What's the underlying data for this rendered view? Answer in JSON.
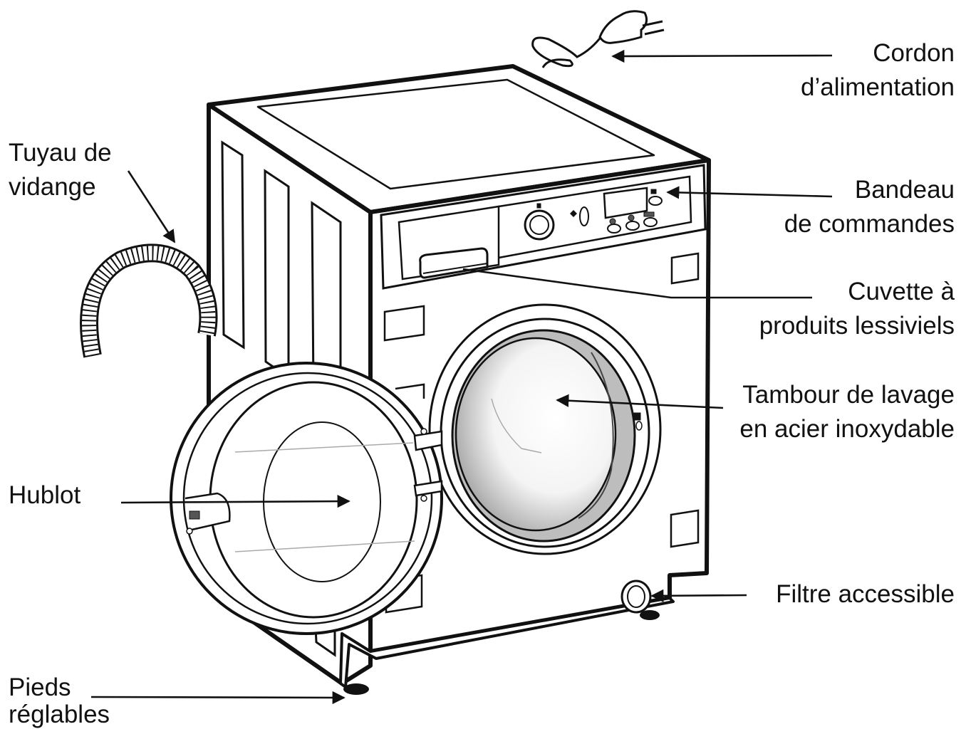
{
  "labels": {
    "cordon": [
      "Cordon",
      "d’alimentation"
    ],
    "tuyau": [
      "Tuyau de",
      "vidange"
    ],
    "bandeau": [
      "Bandeau",
      "de commandes"
    ],
    "cuvette": [
      "Cuvette à",
      "produits lessiviels"
    ],
    "tambour": [
      "Tambour de lavage",
      "en acier inoxydable"
    ],
    "hublot": [
      "Hublot"
    ],
    "filtre": [
      "Filtre accessible"
    ],
    "pieds": [
      "Pieds",
      "réglables"
    ]
  },
  "colors": {
    "line": "#111111",
    "shade": "#bdbdbd",
    "panel": "#ffffff"
  }
}
